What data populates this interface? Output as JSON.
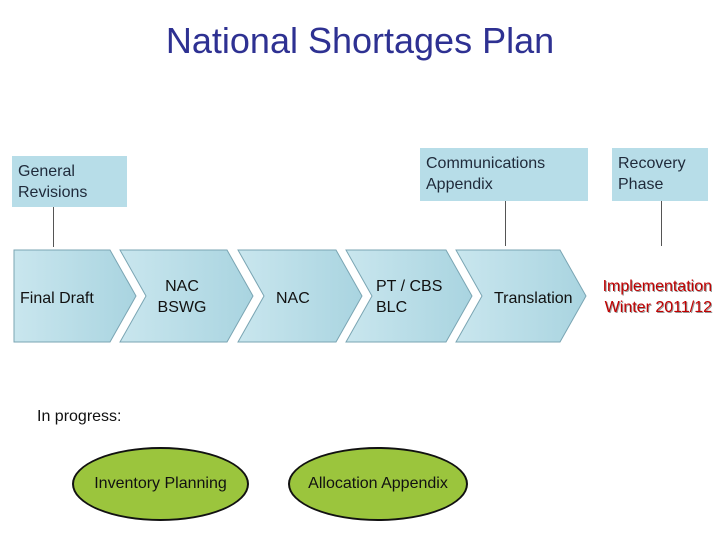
{
  "title": "National Shortages Plan",
  "top_boxes": [
    {
      "line1": "General",
      "line2": "Revisions"
    },
    {
      "line1": "Communications",
      "line2": "Appendix"
    },
    {
      "line1": "Recovery",
      "line2": "Phase"
    }
  ],
  "flow_steps": [
    {
      "line1": "Final Draft",
      "line2": ""
    },
    {
      "line1": "NAC",
      "line2": "BSWG"
    },
    {
      "line1": "NAC",
      "line2": ""
    },
    {
      "line1": "PT / CBS",
      "line2": "BLC"
    },
    {
      "line1": "Translation",
      "line2": ""
    }
  ],
  "implementation": {
    "line1": "Implementation",
    "line2": "Winter 2011/12"
  },
  "in_progress": {
    "label": "In progress:",
    "items": [
      "Inventory Planning",
      "Allocation Appendix"
    ]
  },
  "colors": {
    "title": "#2e3192",
    "box_fill": "#b7dde8",
    "ellipse_fill": "#9bc53d",
    "implementation_text": "#c00000"
  }
}
